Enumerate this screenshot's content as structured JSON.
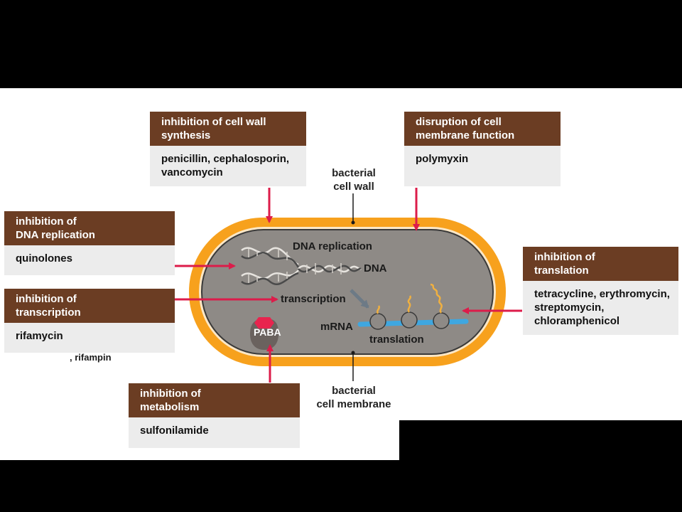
{
  "boxes": {
    "cell_wall": {
      "header": "inhibition of cell wall\nsynthesis",
      "body": "penicillin, cephalosporin,\nvancomycin"
    },
    "membrane": {
      "header": "disruption of cell\nmembrane function",
      "body": "polymyxin"
    },
    "dna_rep": {
      "header": "inhibition of\nDNA replication",
      "body": "quinolones"
    },
    "transcription": {
      "header": "inhibition of\ntranscription",
      "body": "rifamycin"
    },
    "translation": {
      "header": "inhibition of\ntranslation",
      "body": "tetracycline, erythromycin,\nstreptomycin,\nchloramphenicol"
    },
    "metabolism": {
      "header": "inhibition of\nmetabolism",
      "body": "sulfonilamide"
    }
  },
  "labels": {
    "cell_wall": "bacterial\ncell wall",
    "cell_membrane": "bacterial\ncell membrane",
    "dna_replication": "DNA replication",
    "dna": "DNA",
    "transcription": "transcription",
    "mrna": "mRNA",
    "translation": "translation",
    "paba": "PABA",
    "rifampin_note": ", rifampin"
  },
  "colors": {
    "header_brown": "#6b3d23",
    "body_gray": "#ececec",
    "cell_wall_orange": "#f7a11d",
    "cytoplasm": "#8e8a86",
    "arrow_red": "#dc1c4a",
    "mrna_blue": "#3fa7e0"
  }
}
